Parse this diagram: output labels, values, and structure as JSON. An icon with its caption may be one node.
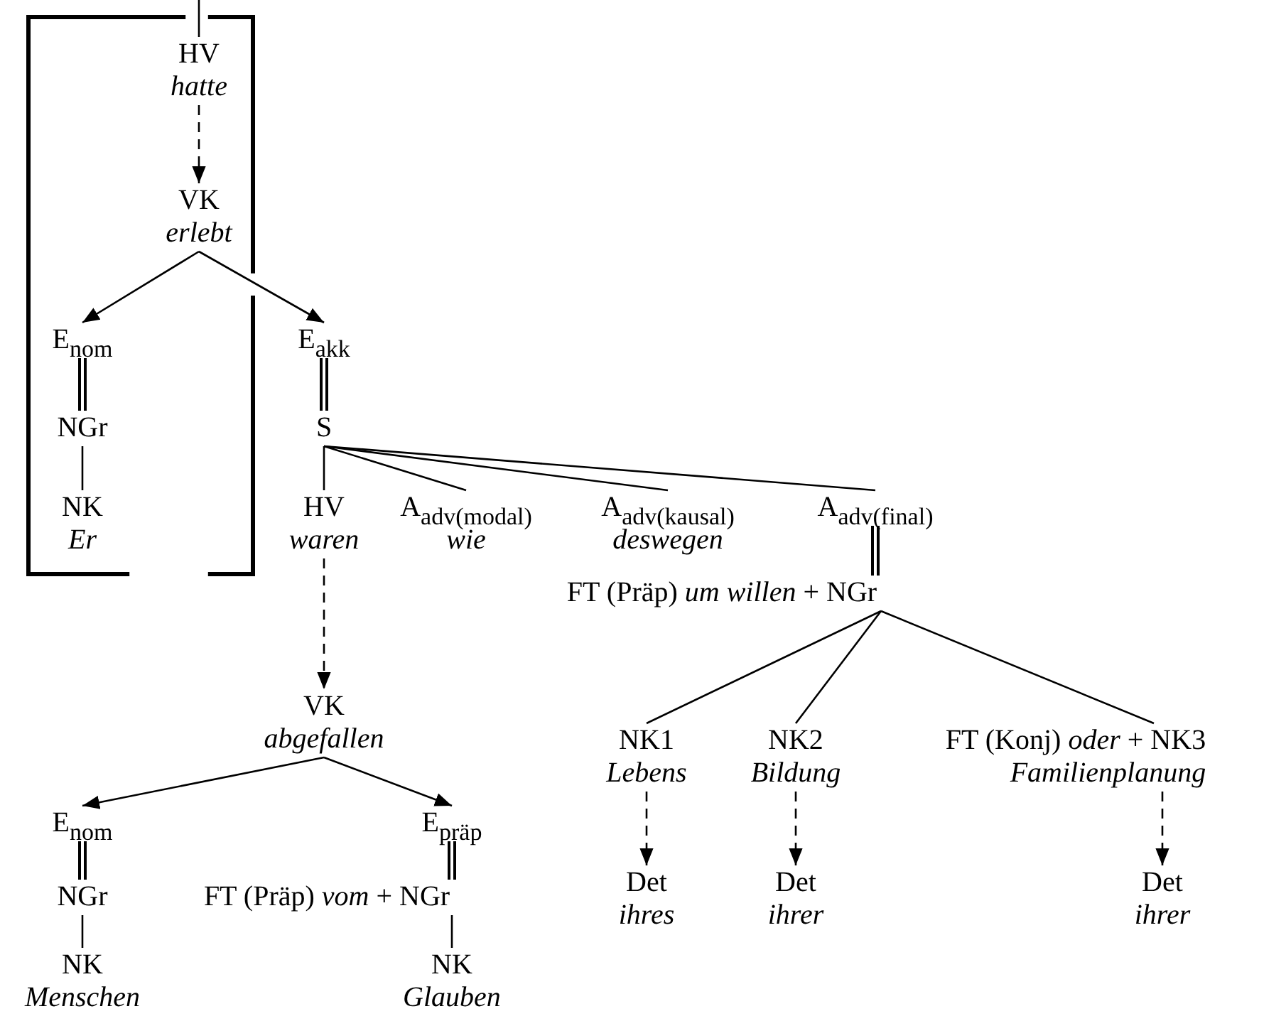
{
  "diagram": {
    "nodes": [
      {
        "text": [],
        "shape": "box"
      },
      {
        "text": [
          "HV",
          "hatte"
        ],
        "in": 0
      },
      {
        "text": [
          "VK",
          "erlebt"
        ],
        "in": 0
      },
      {
        "text": [
          "E$_{nom}$"
        ],
        "in": 0
      },
      {
        "text": [
          "NGr"
        ],
        "in": 0
      },
      {
        "text": [
          "NK",
          "Er"
        ],
        "in": 0
      },
      {
        "text": [
          "E$_{akk}$"
        ]
      },
      {
        "text": [
          "S"
        ]
      },
      {
        "text": [
          "HV",
          "waren"
        ]
      },
      {
        "text": [
          "A$_{adv(modal)}$",
          "wie"
        ]
      },
      {
        "text": [
          "A$_{adv(kausal)}$",
          "deswegen"
        ]
      },
      {
        "text": [
          "A$_{adv(final)}$"
        ]
      },
      {
        "text": [
          "FT (Präp) *um willen* + NGr"
        ]
      },
      {
        "text": [
          "VK",
          "abgefallen"
        ]
      },
      {
        "text": [
          "NK1",
          "Lebens"
        ]
      },
      {
        "text": [
          "NK2",
          "Bildung"
        ]
      },
      {
        "text": [
          "FT (Konj) *oder* + NK3",
          "Familienplanung"
        ]
      },
      {
        "text": [
          "E$_{nom}$"
        ]
      },
      {
        "text": [
          "E$_{präp}$"
        ]
      },
      {
        "text": [
          "Det",
          "ihres"
        ]
      },
      {
        "text": [
          "Det",
          "ihrer"
        ]
      },
      {
        "text": [
          "Det",
          "ihrer"
        ]
      },
      {
        "text": [
          "NGr"
        ]
      },
      {
        "text": [
          "FT (Präp) *vom* + NGr"
        ]
      },
      {
        "text": [
          "NK",
          "Menschen"
        ]
      },
      {
        "text": [
          "NK",
          "Glauben"
        ]
      }
    ],
    "edges": [
      {
        "from": null,
        "to": 1,
        "arrow": "none"
      },
      {
        "from": 1,
        "to": 2,
        "arrow": "to",
        "style": "dashed"
      },
      {
        "from": 2,
        "to": 3,
        "arrow": "to"
      },
      {
        "from": 2,
        "to": 6,
        "arrow": "to"
      },
      {
        "from": 3,
        "to": 4,
        "arrow": "none",
        "style": "thick"
      },
      {
        "from": 4,
        "to": 5,
        "arrow": "none"
      },
      {
        "from": 6,
        "to": 7,
        "arrow": "none",
        "style": "thick"
      },
      {
        "from": 7,
        "to": 8,
        "arrow": "none"
      },
      {
        "from": 7,
        "to": 9,
        "arrow": "none"
      },
      {
        "from": 7,
        "to": 10,
        "arrow": "none"
      },
      {
        "from": 7,
        "to": 11,
        "arrow": "none"
      },
      {
        "from": 11,
        "to": 12,
        "arrow": "none",
        "style": "thick"
      },
      {
        "from": 8,
        "to": 13,
        "arrow": "to",
        "style": "dashed"
      },
      {
        "from": 12,
        "to": 14,
        "arrow": "none"
      },
      {
        "from": 12,
        "to": 15,
        "arrow": "none"
      },
      {
        "from": 12,
        "to": 16,
        "arrow": "none"
      },
      {
        "from": 13,
        "to": 17,
        "arrow": "to"
      },
      {
        "from": 13,
        "to": 18,
        "arrow": "to"
      },
      {
        "from": 14,
        "to": 19,
        "arrow": "to",
        "style": "dashed"
      },
      {
        "from": 15,
        "to": 20,
        "arrow": "to",
        "style": "dashed"
      },
      {
        "from": 16,
        "to": 21,
        "arrow": "to",
        "style": "dashed"
      },
      {
        "from": 17,
        "to": 22,
        "arrow": "none",
        "style": "thick"
      },
      {
        "from": 18,
        "to": 23,
        "arrow": "none",
        "style": "thick"
      },
      {
        "from": 22,
        "to": 24,
        "arrow": "none"
      },
      {
        "from": 23,
        "to": 25,
        "arrow": "none"
      }
    ]
  }
}
